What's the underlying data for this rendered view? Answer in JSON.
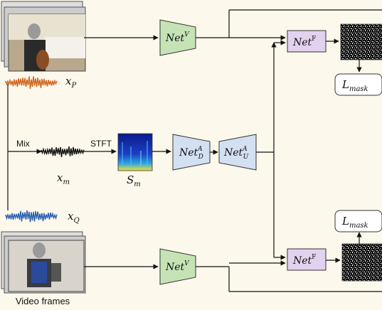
{
  "labels": {
    "mix": "Mix",
    "stft": "STFT",
    "video_frames": "Video frames",
    "xp_base": "x",
    "xp_sub": "P",
    "xm_base": "x",
    "xm_sub": "m",
    "xq_base": "x",
    "xq_sub": "Q",
    "sm_base": "S",
    "sm_sub": "m"
  },
  "blocks": {
    "net_v_top": {
      "base": "Net",
      "sup": "V"
    },
    "net_v_bottom": {
      "base": "Net",
      "sup": "V"
    },
    "net_ad": {
      "base": "Net",
      "sup": "A",
      "sub": "D"
    },
    "net_au": {
      "base": "Net",
      "sup": "A",
      "sub": "U"
    },
    "net_f_top": {
      "base": "Net",
      "sup": "F"
    },
    "net_f_bottom": {
      "base": "Net",
      "sup": "F"
    },
    "l_mask_top": {
      "base": "L",
      "sub": "mask"
    },
    "l_mask_bottom": {
      "base": "L",
      "sub": "mask"
    }
  },
  "colors": {
    "background": "#fdf8ec",
    "net_v_fill": "#c6e3b6",
    "net_a_fill": "#d3e0f2",
    "net_f_fill": "#e3d2ef",
    "wave_p": "#d0651e",
    "wave_m": "#111111",
    "wave_q": "#2a5fb0",
    "spectrogram": "#1c2fa8"
  }
}
